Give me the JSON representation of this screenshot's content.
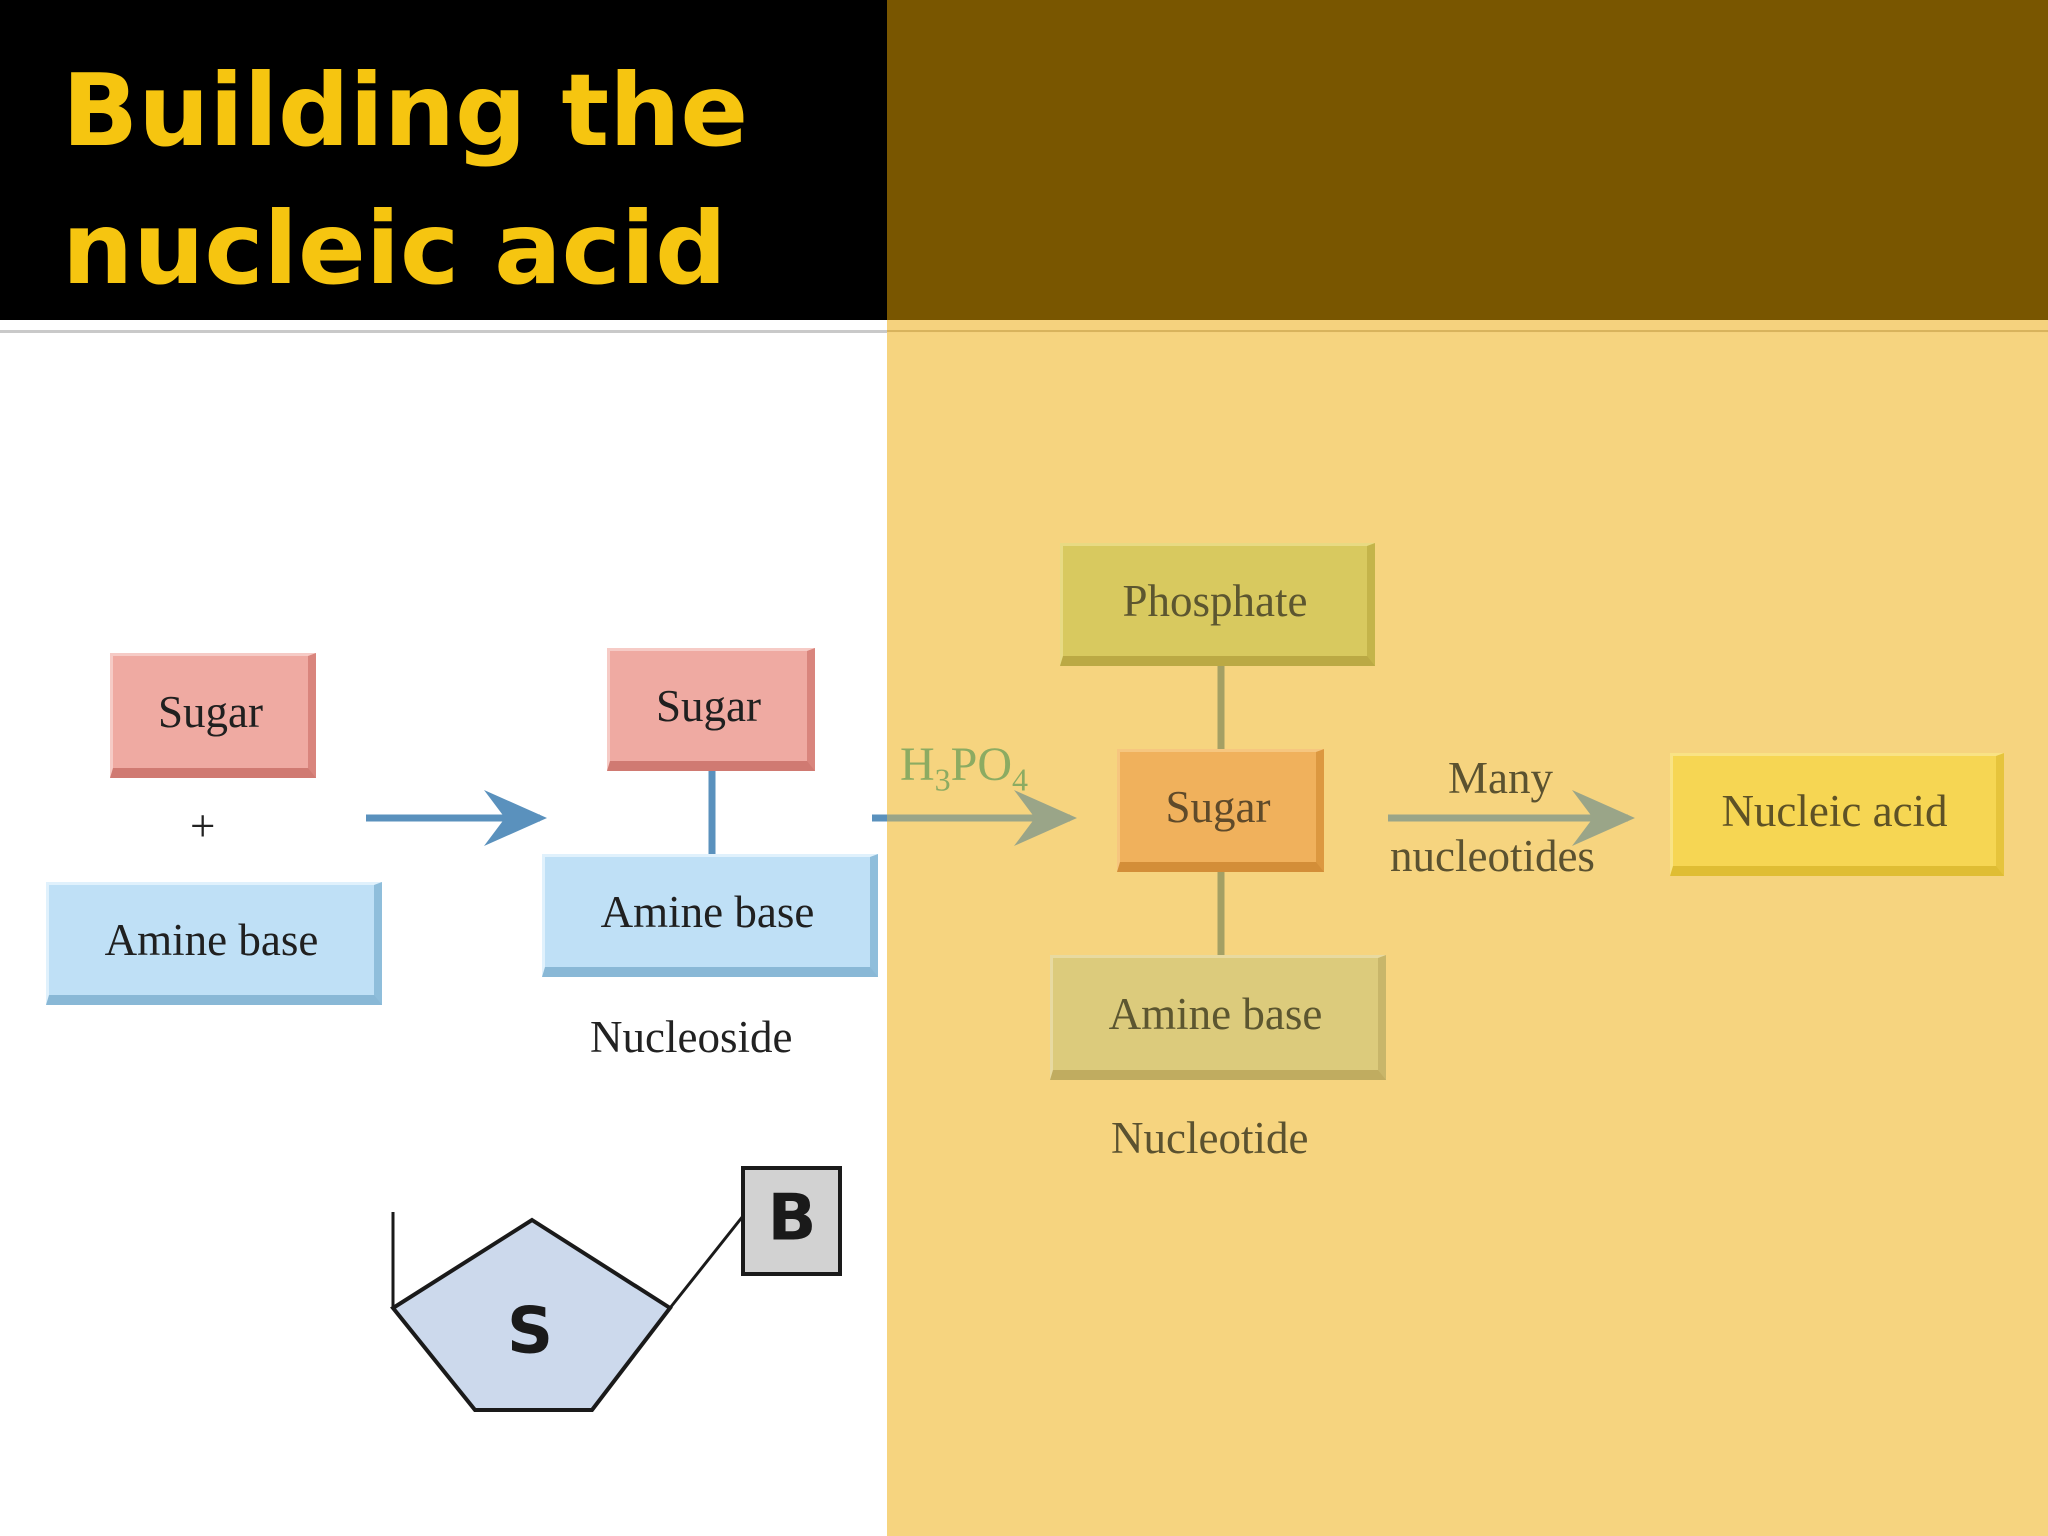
{
  "slide": {
    "title_line1": "Building the",
    "title_line2": "nucleic acid"
  },
  "diagram": {
    "step1": {
      "sugar": "Sugar",
      "plus": "+",
      "amine": "Amine base"
    },
    "step2": {
      "sugar": "Sugar",
      "amine": "Amine base",
      "caption": "Nucleoside"
    },
    "reagent": {
      "h": "H",
      "h_sub": "3",
      "po": "PO",
      "po_sub": "4"
    },
    "step3": {
      "phosphate": "Phosphate",
      "sugar": "Sugar",
      "amine": "Amine base",
      "caption": "Nucleotide"
    },
    "polymerize": {
      "top": "Many",
      "bottom": "nucleotides"
    },
    "product": "Nucleic acid",
    "schematic": {
      "sugar_letter": "S",
      "base_letter": "B"
    }
  },
  "colors": {
    "title": "#f6c510",
    "brown_bar": "#795600",
    "right_panel": "#f6d47f",
    "arrow_blue": "#5a91bd",
    "arrow_faded": "#9aa588"
  }
}
